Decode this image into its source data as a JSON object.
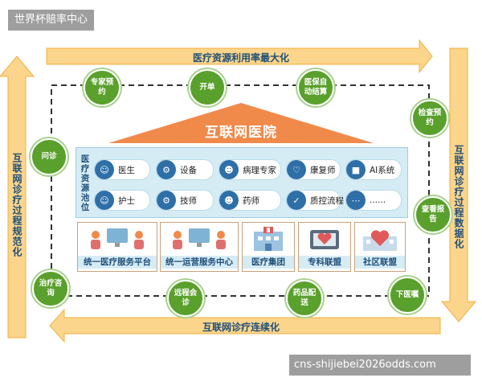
{
  "watermark_top": "世界杯赔率中心",
  "watermark_bottom": "cns-shijiebei2026odds.com",
  "top_bar_label": "医疗资源利用率最大化",
  "bottom_bar_label": "互联网诊疗连续化",
  "left_bar_label": "互联网诊疗过程规范化",
  "right_bar_label": "互联网诊疗过程数据化",
  "roof_title": "互联网医院",
  "pool_label": "医疗资源池位",
  "circles": {
    "expert": "专家预约",
    "register": "开单",
    "insurance": "医保自动结算",
    "checkup": "检查预约",
    "inquiry": "问诊",
    "report": "查看报告",
    "consult": "治疗咨询",
    "remote": "远程会诊",
    "delivery": "药品配送",
    "order": "下医嘱"
  },
  "resources": [
    {
      "label": "医生",
      "icon": "doctor-icon"
    },
    {
      "label": "设备",
      "icon": "equipment-icon"
    },
    {
      "label": "病理专家",
      "icon": "pathologist-icon"
    },
    {
      "label": "康复师",
      "icon": "rehab-icon"
    },
    {
      "label": "AI系统",
      "icon": "robot-icon"
    },
    {
      "label": "护士",
      "icon": "nurse-icon"
    },
    {
      "label": "技师",
      "icon": "technician-icon"
    },
    {
      "label": "药师",
      "icon": "pharmacist-icon"
    },
    {
      "label": "质控流程",
      "icon": "quality-icon"
    },
    {
      "label": "......",
      "icon": "more-icon"
    }
  ],
  "platforms": [
    {
      "label": "统一医疗服务平台"
    },
    {
      "label": "统一运营服务中心"
    },
    {
      "label": "医疗集团"
    },
    {
      "label": "专科联盟"
    },
    {
      "label": "社区联盟"
    }
  ],
  "colors": {
    "arrow": "#fbd58b",
    "arrow_border": "#f0b040",
    "roof": "#f08a4b",
    "circle": "#5aa02c",
    "pool_bg": "#d6ecf5",
    "text_dark": "#1f4e79"
  }
}
